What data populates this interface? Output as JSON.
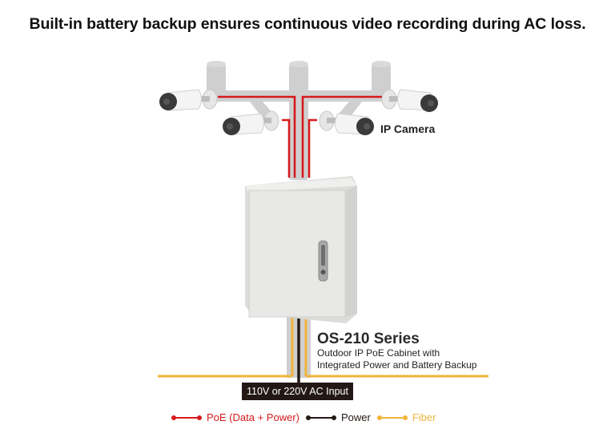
{
  "header": {
    "title": "Built-in battery backup ensures continuous video recording during AC loss."
  },
  "diagram": {
    "camera_label": "IP Camera",
    "camera_count": 4,
    "product": {
      "series": "OS-210 Series",
      "description_line1": "Outdoor IP PoE Cabinet with",
      "description_line2": "Integrated Power and Battery Backup"
    },
    "input_label": "110V or 220V AC Input"
  },
  "legend": {
    "items": [
      {
        "label": "PoE (Data + Power)",
        "color": "#d7191c"
      },
      {
        "label": "Power",
        "color": "#231815"
      },
      {
        "label": "Fiber",
        "color": "#f0b43c"
      }
    ]
  },
  "colors": {
    "poe": "#d7191c",
    "power": "#231815",
    "fiber": "#f0b43c",
    "pole": "#cfcfcf",
    "cabinet": "#e4e4e2"
  }
}
